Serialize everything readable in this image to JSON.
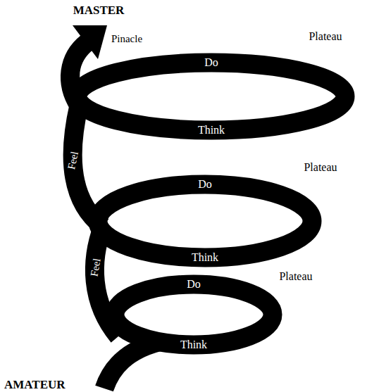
{
  "diagram": {
    "labels": [
      "MASTER",
      "Pinacle",
      "Plateau",
      "Do",
      "Think",
      "Plateau",
      "Feel",
      "Do",
      "Think",
      "Plateau",
      "Feel",
      "Do",
      "Think",
      "AMATEUR"
    ]
  }
}
